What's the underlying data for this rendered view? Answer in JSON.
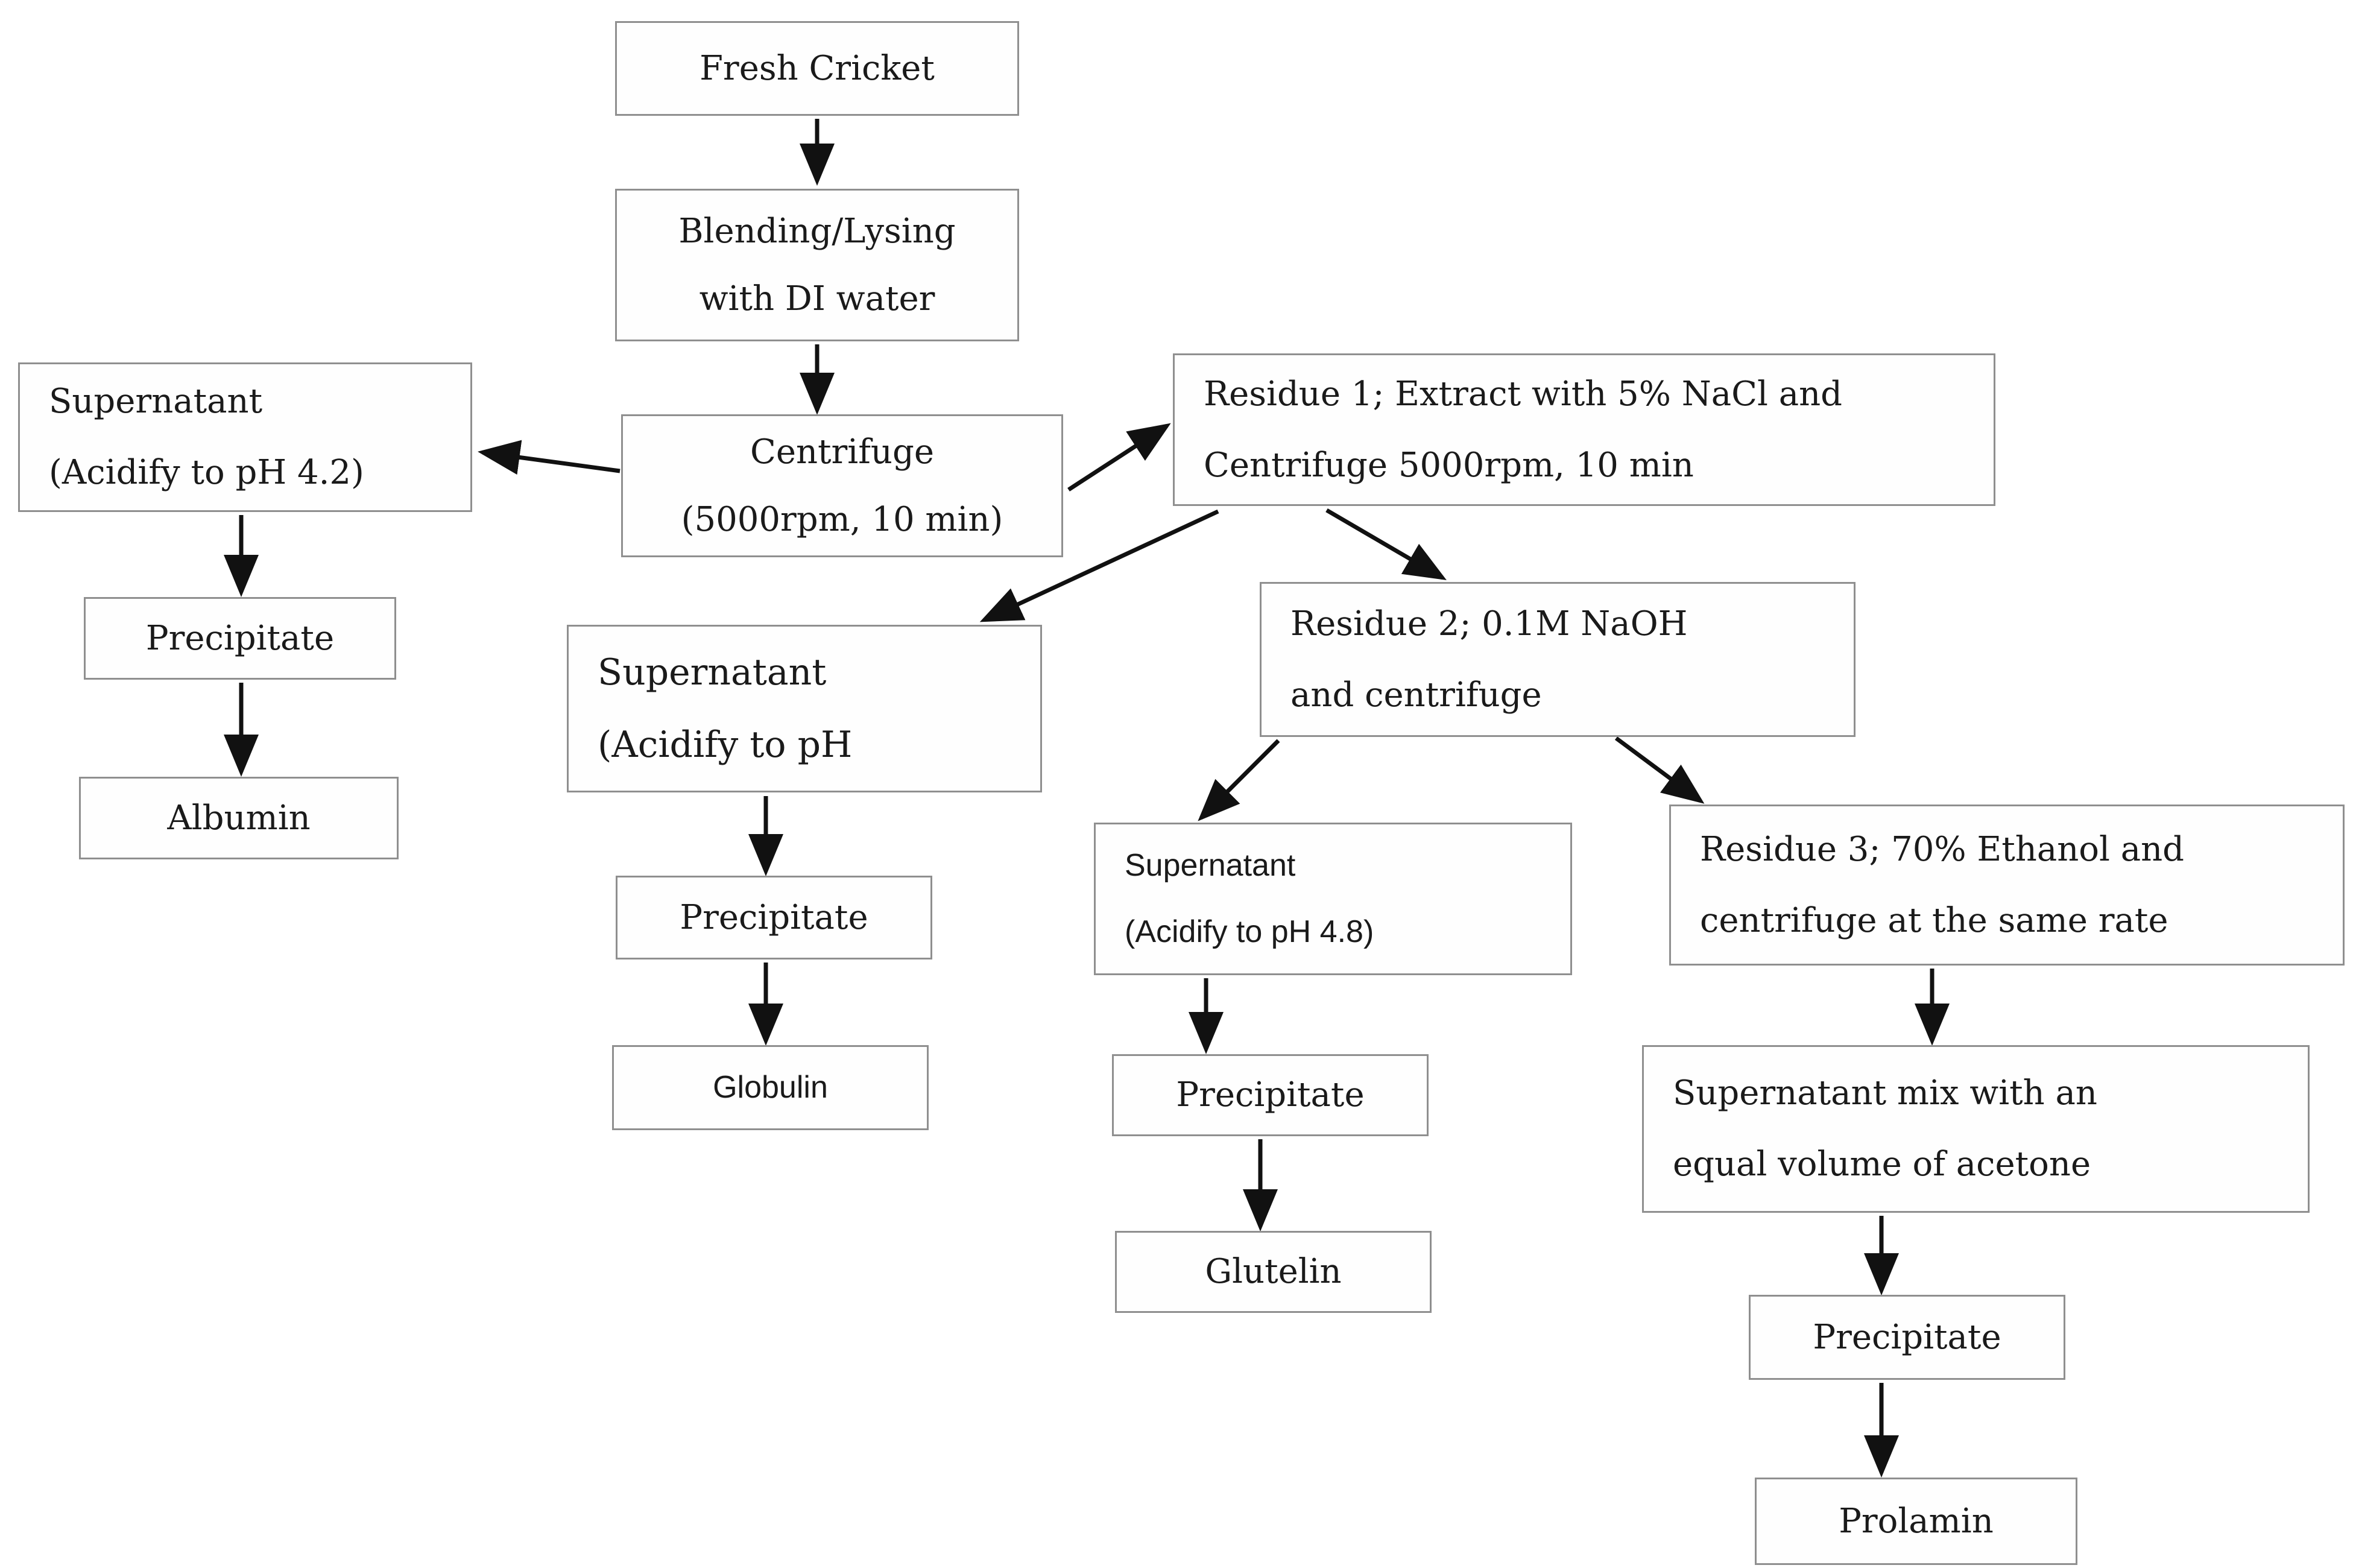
{
  "diagram": {
    "description": "Flowchart of sequential protein fraction extraction from fresh cricket",
    "colors": {
      "background": "#ffffff",
      "box_border": "#8f8f8f",
      "text": "#1a1a1a",
      "arrow": "#111111"
    },
    "nodes": {
      "fresh_cricket": {
        "label": "Fresh Cricket"
      },
      "blending": {
        "label": "Blending/Lysing\nwith DI water"
      },
      "centrifuge": {
        "label": "Centrifuge\n(5000rpm, 10 min)"
      },
      "supernatant_ph42": {
        "label": "Supernatant\n(Acidify to pH 4.2)"
      },
      "precipitate_a": {
        "label": "Precipitate"
      },
      "albumin": {
        "label": "Albumin"
      },
      "residue1": {
        "label": "Residue 1; Extract with 5% NaCl and\nCentrifuge 5000rpm, 10 min"
      },
      "supernatant_mid": {
        "label": "Supernatant\n(Acidify to pH"
      },
      "precipitate_b": {
        "label": "Precipitate"
      },
      "globulin": {
        "label": "Globulin"
      },
      "residue2": {
        "label": "Residue 2; 0.1M NaOH\nand centrifuge"
      },
      "supernatant_ph48": {
        "label": "Supernatant\n(Acidify to pH 4.8)"
      },
      "precipitate_c": {
        "label": "Precipitate"
      },
      "glutelin": {
        "label": "Glutelin"
      },
      "residue3": {
        "label": "Residue 3; 70% Ethanol and\ncentrifuge at the same rate"
      },
      "supernatant_acetone": {
        "label": "Supernatant mix with an\nequal volume of acetone"
      },
      "precipitate_d": {
        "label": "Precipitate"
      },
      "prolamin": {
        "label": "Prolamin"
      }
    },
    "edges": [
      {
        "from": "fresh_cricket",
        "to": "blending"
      },
      {
        "from": "blending",
        "to": "centrifuge"
      },
      {
        "from": "centrifuge",
        "to": "supernatant_ph42"
      },
      {
        "from": "centrifuge",
        "to": "residue1"
      },
      {
        "from": "residue1",
        "to": "supernatant_mid"
      },
      {
        "from": "residue1",
        "to": "residue2"
      },
      {
        "from": "supernatant_ph42",
        "to": "precipitate_a"
      },
      {
        "from": "precipitate_a",
        "to": "albumin"
      },
      {
        "from": "supernatant_mid",
        "to": "precipitate_b"
      },
      {
        "from": "precipitate_b",
        "to": "globulin"
      },
      {
        "from": "residue2",
        "to": "supernatant_ph48"
      },
      {
        "from": "residue2",
        "to": "residue3"
      },
      {
        "from": "supernatant_ph48",
        "to": "precipitate_c"
      },
      {
        "from": "precipitate_c",
        "to": "glutelin"
      },
      {
        "from": "residue3",
        "to": "supernatant_acetone"
      },
      {
        "from": "supernatant_acetone",
        "to": "precipitate_d"
      },
      {
        "from": "precipitate_d",
        "to": "prolamin"
      }
    ]
  }
}
